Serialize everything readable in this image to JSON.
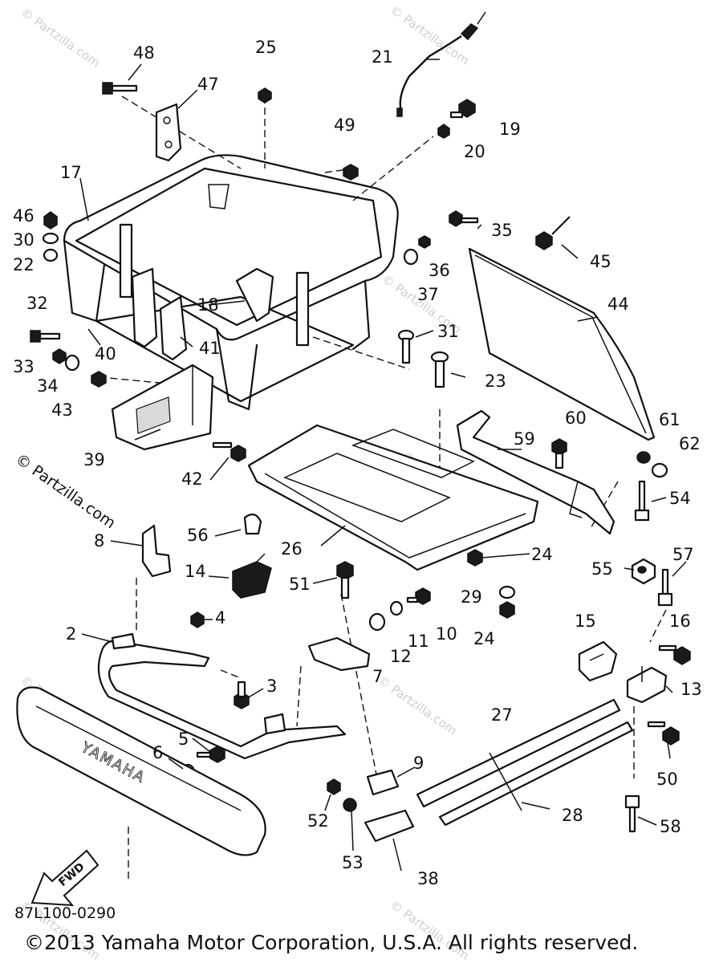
{
  "watermark": {
    "corner": "© Partzilla.com",
    "side": "© Partzilla.com"
  },
  "fwd_label": "FWD",
  "brand_embossed": "YAMAHA",
  "drawing_number": "87L100-0290",
  "copyright": "©2013 Yamaha Motor Corporation, U.S.A. All rights reserved.",
  "callouts": {
    "c2": "2",
    "c3": "3",
    "c4": "4",
    "c5": "5",
    "c6": "6",
    "c7": "7",
    "c8": "8",
    "c9": "9",
    "c10": "10",
    "c11": "11",
    "c12": "12",
    "c13": "13",
    "c14": "14",
    "c15": "15",
    "c16": "16",
    "c17": "17",
    "c18": "18",
    "c19": "19",
    "c20": "20",
    "c21": "21",
    "c22": "22",
    "c23": "23",
    "c24a": "24",
    "c24b": "24",
    "c25": "25",
    "c26": "26",
    "c27": "27",
    "c28": "28",
    "c29": "29",
    "c30": "30",
    "c31": "31",
    "c32": "32",
    "c33": "33",
    "c34": "34",
    "c35": "35",
    "c36": "36",
    "c37": "37",
    "c38": "38",
    "c39": "39",
    "c40": "40",
    "c41": "41",
    "c42": "42",
    "c43": "43",
    "c44": "44",
    "c45": "45",
    "c46": "46",
    "c47": "47",
    "c48": "48",
    "c49": "49",
    "c50": "50",
    "c51": "51",
    "c52": "52",
    "c53": "53",
    "c54": "54",
    "c55": "55",
    "c56": "56",
    "c57": "57",
    "c58": "58",
    "c59": "59",
    "c60": "60",
    "c61": "61",
    "c62": "62"
  }
}
